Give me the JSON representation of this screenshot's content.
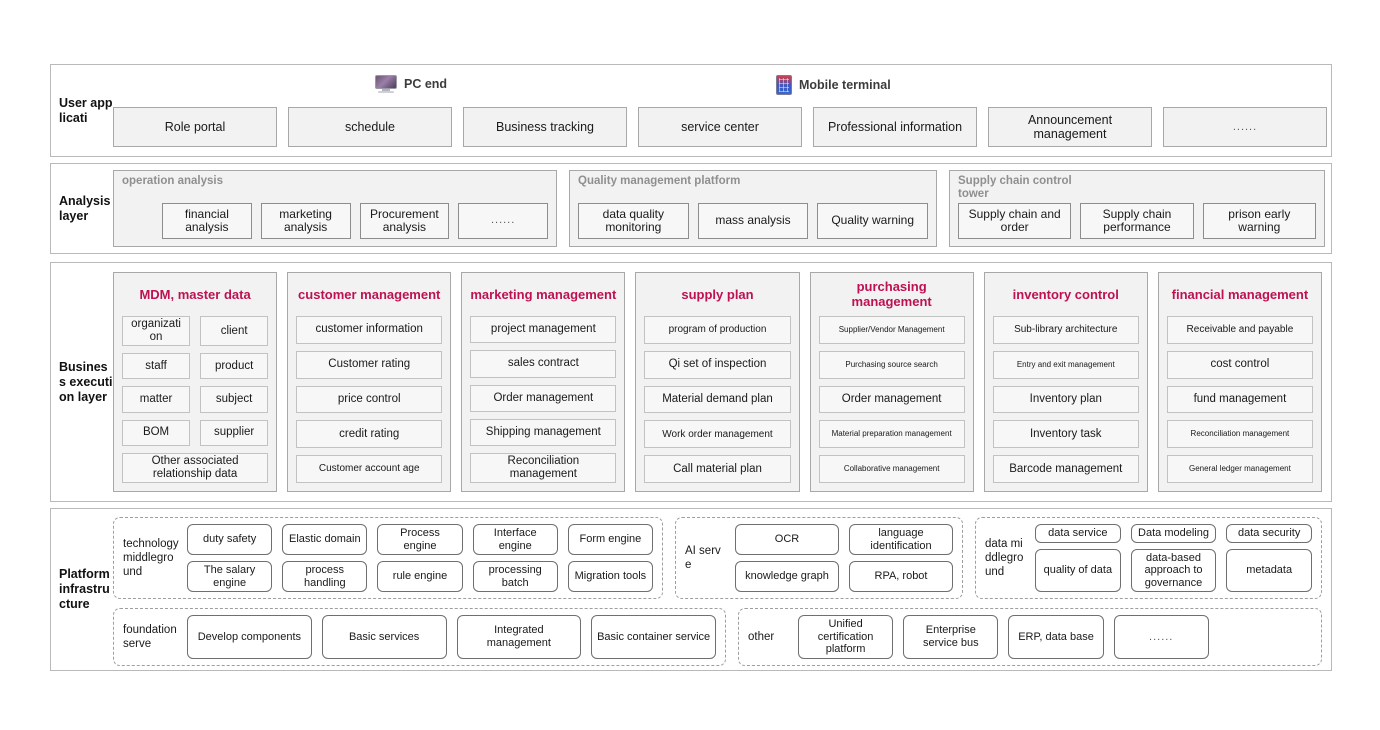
{
  "layers": {
    "user": {
      "label": "User applicati",
      "devices": [
        {
          "name": "PC end",
          "icon": "desktop-monitor-icon"
        },
        {
          "name": "Mobile terminal",
          "icon": "mobile-phone-icon"
        }
      ],
      "apps": [
        "Role portal",
        "schedule",
        "Business tracking",
        "service center",
        "Professional information",
        "Announcement management",
        "......"
      ]
    },
    "analysis": {
      "label": "Analysis layer",
      "groups": [
        {
          "title": "operation analysis",
          "items": [
            "financial analysis",
            "marketing analysis",
            "Procurement analysis",
            "......"
          ]
        },
        {
          "title": "Quality management platform",
          "items": [
            "data quality monitoring",
            "mass analysis",
            "Quality warning"
          ]
        },
        {
          "title": "Supply chain control tower",
          "items": [
            "Supply chain and order",
            "Supply chain performance",
            "prison early warning"
          ]
        }
      ]
    },
    "business": {
      "label": "Business execution layer",
      "title_color": "#bd1152",
      "columns": [
        {
          "title": "MDM, master data",
          "layout": "grid",
          "grid": [
            [
              "organizati on",
              "client"
            ],
            [
              "staff",
              "product"
            ],
            [
              "matter",
              "subject"
            ],
            [
              "BOM",
              "supplier"
            ]
          ],
          "full": "Other associated relationship data"
        },
        {
          "title": "customer management",
          "items": [
            {
              "text": "customer information",
              "size": "normal"
            },
            {
              "text": "Customer rating",
              "size": "normal"
            },
            {
              "text": "price control",
              "size": "normal"
            },
            {
              "text": "credit rating",
              "size": "normal"
            },
            {
              "text": "Customer account age",
              "size": "sm"
            }
          ]
        },
        {
          "title": "marketing management",
          "items": [
            {
              "text": "project management",
              "size": "normal"
            },
            {
              "text": "sales contract",
              "size": "normal"
            },
            {
              "text": "Order management",
              "size": "normal"
            },
            {
              "text": "Shipping management",
              "size": "normal"
            },
            {
              "text": "Reconciliation management",
              "size": "normal"
            }
          ]
        },
        {
          "title": "supply plan",
          "items": [
            {
              "text": "program of production",
              "size": "normal"
            },
            {
              "text": "Qi set of inspection",
              "size": "normal"
            },
            {
              "text": "Material demand plan",
              "size": "normal"
            },
            {
              "text": "Work order management",
              "size": "sm"
            },
            {
              "text": "Call material plan",
              "size": "normal"
            }
          ]
        },
        {
          "title": "purchasing management",
          "items": [
            {
              "text": "Supplier/Vendor Management",
              "size": "tiny"
            },
            {
              "text": "Purchasing source search",
              "size": "tiny"
            },
            {
              "text": "Order management",
              "size": "normal"
            },
            {
              "text": "Material preparation management",
              "size": "tiny"
            },
            {
              "text": "Collaborative management",
              "size": "tiny"
            }
          ]
        },
        {
          "title": "inventory control",
          "items": [
            {
              "text": "Sub-library architecture",
              "size": "sm"
            },
            {
              "text": "Entry and exit management",
              "size": "tiny"
            },
            {
              "text": "Inventory plan",
              "size": "normal"
            },
            {
              "text": "Inventory task",
              "size": "normal"
            },
            {
              "text": "Barcode management",
              "size": "normal"
            }
          ]
        },
        {
          "title": "financial management",
          "items": [
            {
              "text": "Receivable and payable",
              "size": "sm"
            },
            {
              "text": "cost control",
              "size": "normal"
            },
            {
              "text": "fund management",
              "size": "normal"
            },
            {
              "text": "Reconciliation management",
              "size": "tiny"
            },
            {
              "text": "General ledger management",
              "size": "tiny"
            }
          ]
        }
      ]
    },
    "platform": {
      "label": "Platform infrastructure",
      "groups": [
        {
          "label": "technology middleground",
          "rows": [
            [
              "duty safety",
              "Elastic domain",
              "Process engine",
              "Interface engine",
              "Form engine"
            ],
            [
              "The salary engine",
              "process handling",
              "rule engine",
              "processing batch",
              "Migration tools"
            ]
          ]
        },
        {
          "label": "AI serve",
          "rows": [
            [
              "OCR",
              "language identification"
            ],
            [
              "knowledge graph",
              "RPA, robot"
            ]
          ]
        },
        {
          "label": "data middleground",
          "rows": [
            [
              "data service",
              "Data modeling",
              "data security"
            ],
            [
              "quality of data",
              "data-based approach to governance",
              "metadata"
            ]
          ]
        },
        {
          "label": "foundation serve",
          "rows": [
            [
              "Develop components",
              "Basic services",
              "Integrated management",
              "Basic container service"
            ]
          ]
        },
        {
          "label": "other",
          "rows": [
            [
              "Unified certification platform",
              "Enterprise service bus",
              "ERP, data base",
              "......"
            ]
          ]
        }
      ]
    }
  }
}
